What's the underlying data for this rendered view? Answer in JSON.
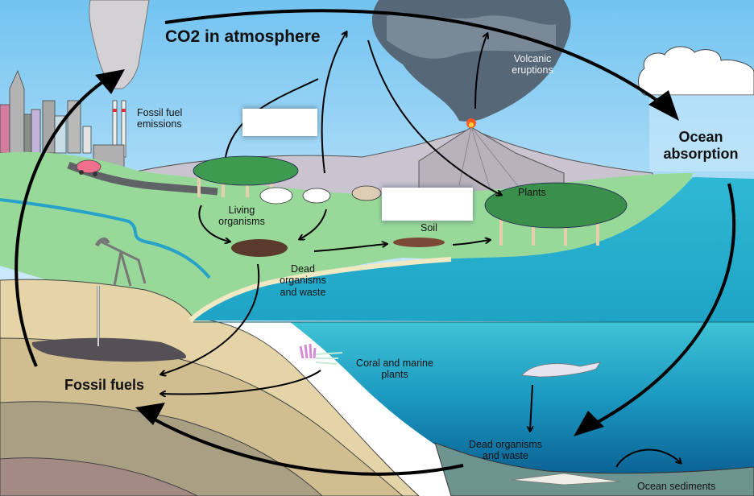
{
  "diagram": {
    "title": "Carbon cycle",
    "labels": {
      "co2_atmosphere": "CO2 in atmosphere",
      "fossil_fuel_emissions": "Fossil fuel emissions",
      "volcanic_eruptions": "Volcanic eruptions",
      "ocean_absorption": "Ocean absorption",
      "living_organisms": "Living organisms",
      "dead_organisms_land": "Dead organisms and waste",
      "soil": "Soil",
      "plants": "Plants",
      "coral_marine_plants": "Coral and marine plants",
      "fossil_fuels": "Fossil fuels",
      "dead_organisms_ocean": "Dead organisms and waste",
      "ocean_sediments": "Ocean sediments"
    },
    "blank_boxes": [
      {
        "id": "blank-1",
        "value": ""
      },
      {
        "id": "blank-2",
        "value": ""
      }
    ],
    "flows": [
      {
        "from": "Fossil fuels",
        "to": "CO2 in atmosphere",
        "label": "Fossil fuel emissions"
      },
      {
        "from": "CO2 in atmosphere",
        "to": "Ocean absorption"
      },
      {
        "from": "Living organisms",
        "to": "CO2 in atmosphere"
      },
      {
        "from": "CO2 in atmosphere",
        "to": "Plants"
      },
      {
        "from": "Volcanic eruptions",
        "to": "CO2 in atmosphere"
      },
      {
        "from": "Living organisms",
        "to": "Dead organisms and waste"
      },
      {
        "from": "Dead organisms and waste",
        "to": "Soil"
      },
      {
        "from": "Soil",
        "to": "Plants"
      },
      {
        "from": "Dead organisms and waste",
        "to": "Fossil fuels"
      },
      {
        "from": "Coral and marine plants",
        "to": "Fossil fuels"
      },
      {
        "from": "Ocean absorption",
        "to": "Dead organisms and waste (ocean)"
      },
      {
        "from": "Dead organisms and waste (ocean)",
        "to": "Ocean sediments"
      },
      {
        "from": "Ocean sediments",
        "to": "Fossil fuels"
      }
    ],
    "colors": {
      "sky_top": "#7cc8f2",
      "sky_bottom": "#d4ecfa",
      "grass": "#98d99a",
      "ocean_surface": "#2bb0cc",
      "ocean_deep": "#0b6f9e",
      "sand": "#e3d2a6",
      "smoke": "#4e6072",
      "arrow": "#000000"
    }
  }
}
